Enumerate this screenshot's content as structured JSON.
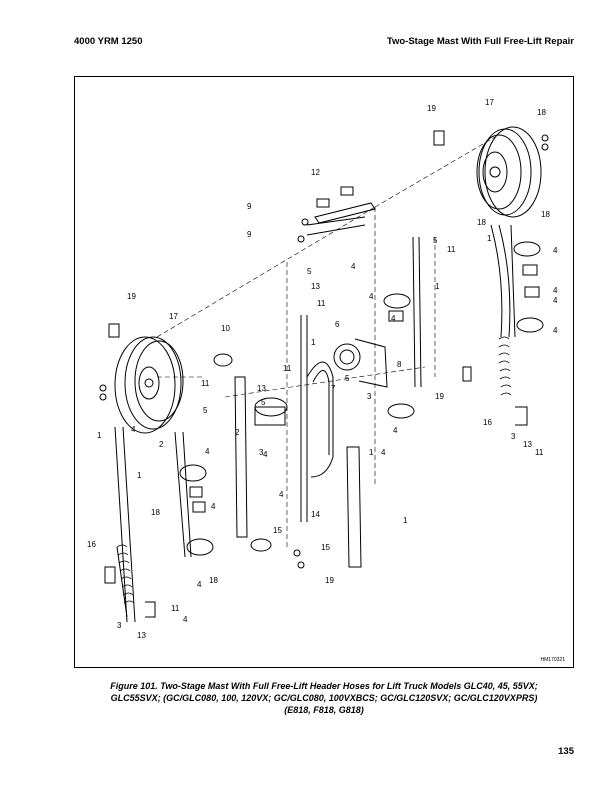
{
  "header": {
    "doc_code": "4000 YRM 1250",
    "section_title": "Two-Stage Mast With Full Free-Lift Repair"
  },
  "figure": {
    "drawing_code": "HM170321",
    "callouts": [
      "19",
      "17",
      "18",
      "12",
      "9",
      "9",
      "18",
      "18",
      "5",
      "11",
      "1",
      "4",
      "4",
      "4",
      "4",
      "5",
      "4",
      "13",
      "11",
      "4",
      "4",
      "1",
      "1",
      "19",
      "17",
      "10",
      "6",
      "8",
      "5",
      "7",
      "13",
      "5",
      "11",
      "5",
      "11",
      "3",
      "3",
      "19",
      "16",
      "3",
      "13",
      "11",
      "4",
      "4",
      "4",
      "2",
      "4",
      "4",
      "1",
      "4",
      "4",
      "1",
      "2",
      "15",
      "15",
      "14",
      "19",
      "16",
      "3",
      "13",
      "11",
      "4",
      "18",
      "1",
      "1",
      "18",
      "4"
    ],
    "caption_lines": [
      "Figure 101. Two-Stage Mast With Full Free-Lift Header Hoses for Lift Truck Models GLC40, 45, 55VX;",
      "GLC55SVX; (GC/GLC080, 100, 120VX; GC/GLC080, 100VXBCS; GC/GLC120SVX; GC/GLC120VXPRS)",
      "(E818, F818, G818)"
    ]
  },
  "footer": {
    "page_number": "135"
  }
}
